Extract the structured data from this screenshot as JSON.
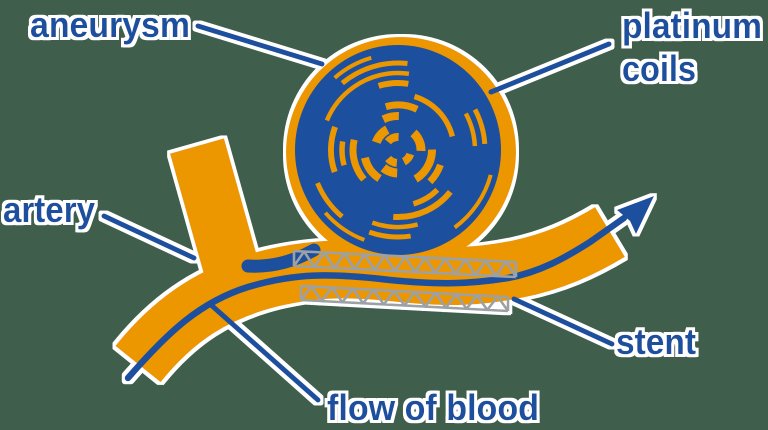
{
  "labels": {
    "aneurysm": "aneurysm",
    "platinum_coils_line1": "platinum",
    "platinum_coils_line2": "coils",
    "artery": "artery",
    "flow_of_blood": "flow of blood",
    "stent": "stent"
  },
  "colors": {
    "background": "#3F5E4B",
    "blue": "#1A4F9E",
    "orange": "#EC9600",
    "stent_gray": "#9CA1A6",
    "halo": "#FFFFFF"
  }
}
